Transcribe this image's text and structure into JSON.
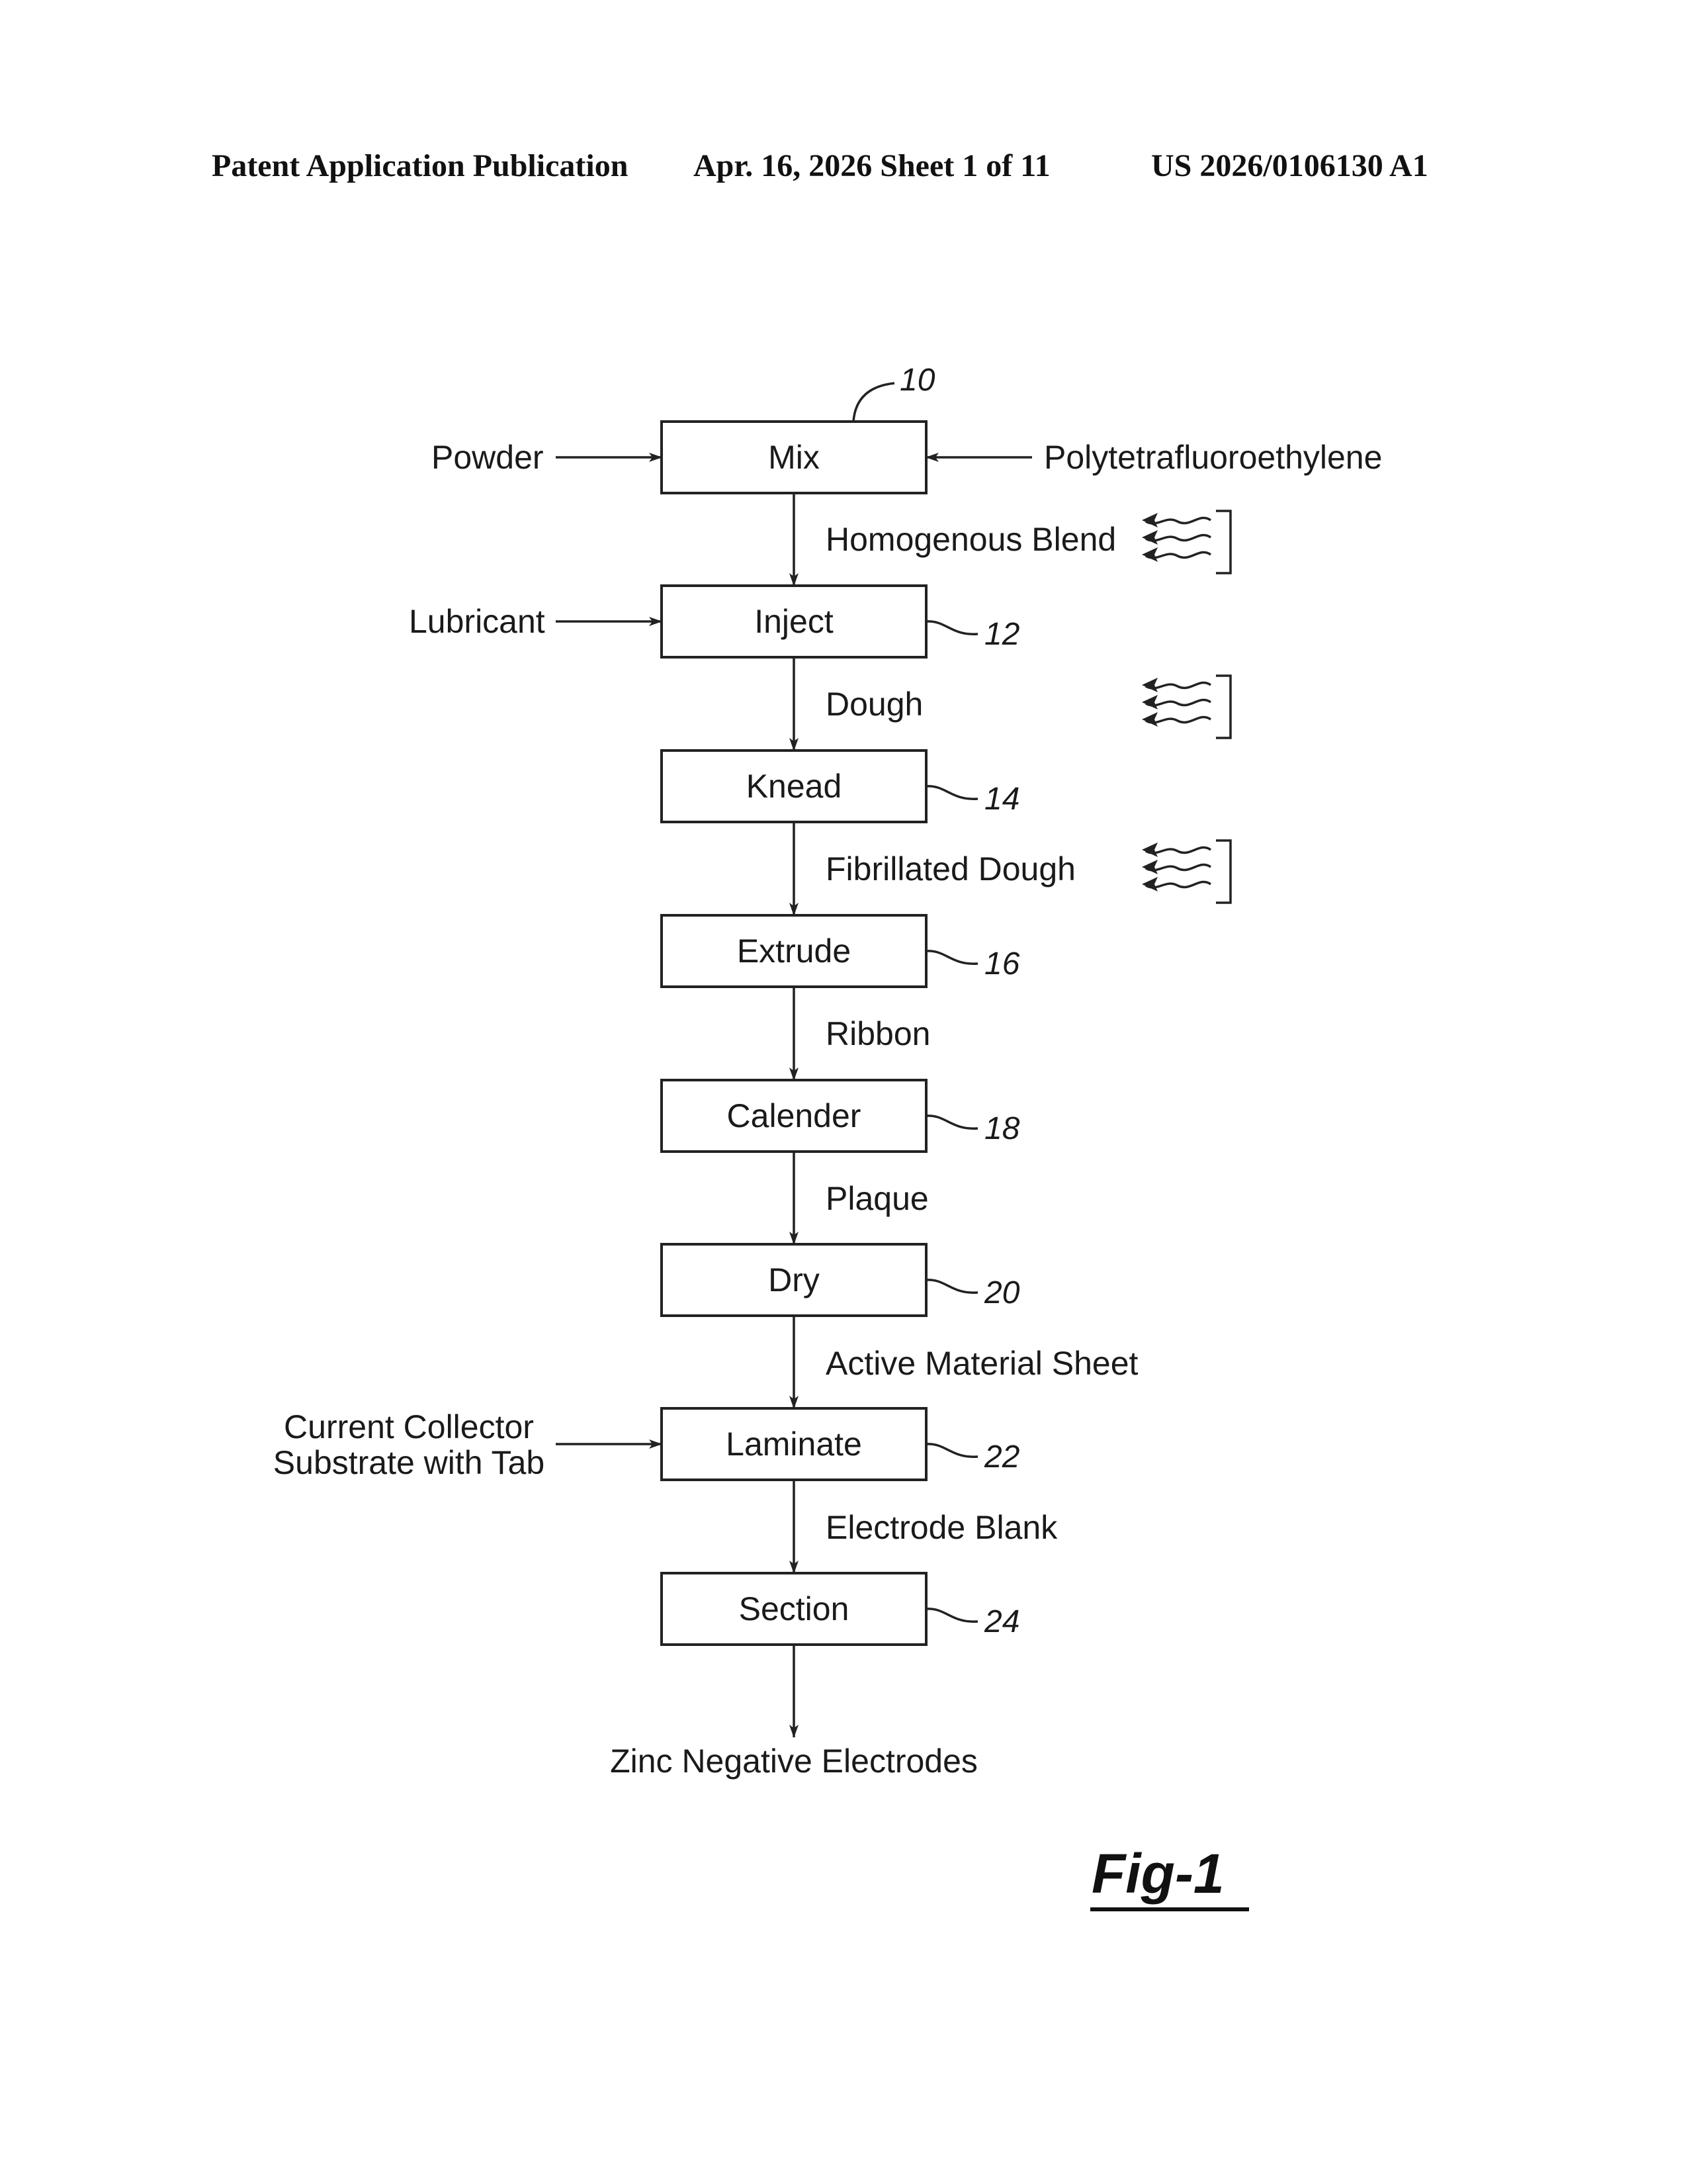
{
  "header": {
    "publication_label": "Patent Application Publication",
    "date_sheet": "Apr. 16, 2026  Sheet 1 of 11",
    "patent_number": "US 2026/0106130 A1"
  },
  "figure": {
    "label": "Fig-1",
    "steps": [
      {
        "label": "Mix",
        "ref": "10"
      },
      {
        "label": "Inject",
        "ref": "12"
      },
      {
        "label": "Knead",
        "ref": "14"
      },
      {
        "label": "Extrude",
        "ref": "16"
      },
      {
        "label": "Calender",
        "ref": "18"
      },
      {
        "label": "Dry",
        "ref": "20"
      },
      {
        "label": "Laminate",
        "ref": "22"
      },
      {
        "label": "Section",
        "ref": "24"
      }
    ],
    "intermediates": [
      "Homogenous Blend",
      "Dough",
      "Fibrillated Dough",
      "Ribbon",
      "Plaque",
      "Active Material Sheet",
      "Electrode Blank"
    ],
    "inputs": {
      "powder": "Powder",
      "ptfe": "Polytetrafluoroethylene",
      "lubricant": "Lubricant",
      "collector_line1": "Current Collector",
      "collector_line2": "Substrate with Tab"
    },
    "output": "Zinc Negative Electrodes"
  }
}
